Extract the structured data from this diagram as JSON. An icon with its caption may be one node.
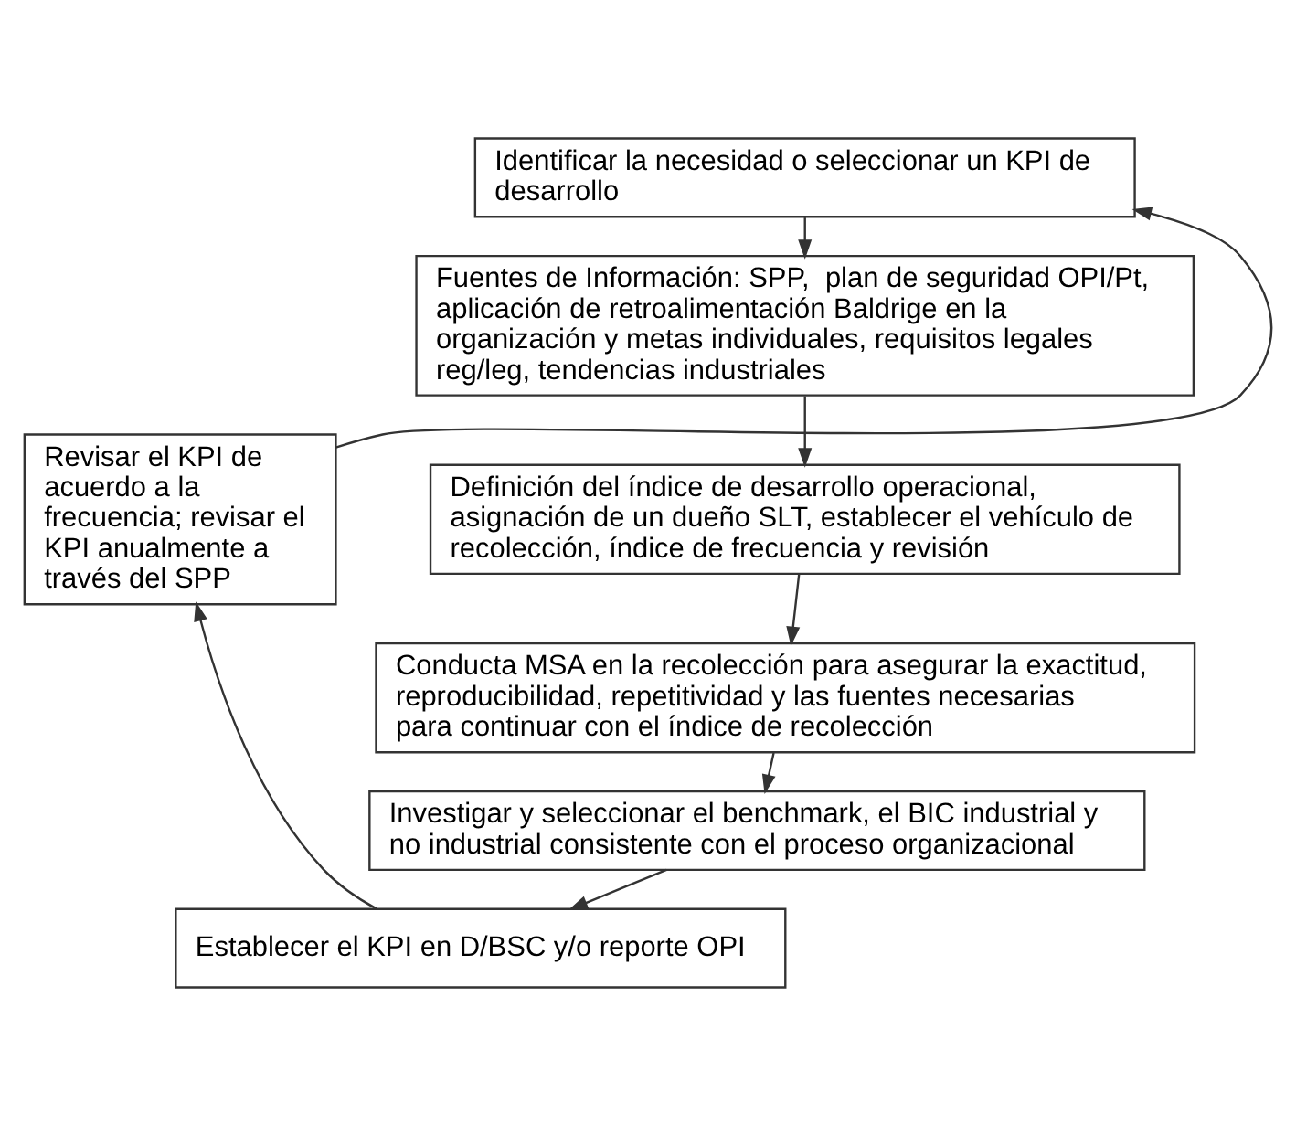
{
  "diagram": {
    "nodes": [
      {
        "text": [
          "Identificar la necesidad o seleccionar un KPI de desarrollo"
        ]
      },
      {
        "text": [
          "Fuentes de Información: SPP,  plan de seguridad OPI/Pt, aplicación de retroalimentación Baldrige en la  organización y metas individuales, requisitos legales reg/leg, tendencias industriales"
        ]
      },
      {
        "text": [
          "Definición del índice de desarrollo operacional, asignación de un dueño SLT, establecer el vehículo de recolección, índice de frecuencia y revisión"
        ]
      },
      {
        "text": [
          "Conducta MSA en la recolección para asegurar la exactitud, reproducibilidad, repetitividad y las fuentes necesarias para continuar con el índice de recolección"
        ]
      },
      {
        "text": [
          "Investigar y seleccionar el benchmark, el BIC industrial y no industrial consistente con el proceso organizacional"
        ]
      },
      {
        "text": [
          "Establecer el KPI en D/BSC y/o reporte OPI"
        ]
      },
      {
        "text": [
          "Revisar el KPI de acuerdo a la frecuencia; revisar el KPI anualmente a través del SPP"
        ]
      }
    ],
    "edges": [
      {
        "from": 0,
        "to": 1,
        "arrow": "to"
      },
      {
        "from": 1,
        "to": 2,
        "arrow": "to"
      },
      {
        "from": 2,
        "to": 3,
        "arrow": "to"
      },
      {
        "from": 3,
        "to": 4,
        "arrow": "to"
      },
      {
        "from": 4,
        "to": 5,
        "arrow": "to"
      },
      {
        "from": 5,
        "to": 6,
        "arrow": "to"
      },
      {
        "from": 6,
        "to": 0,
        "arrow": "to"
      }
    ]
  }
}
